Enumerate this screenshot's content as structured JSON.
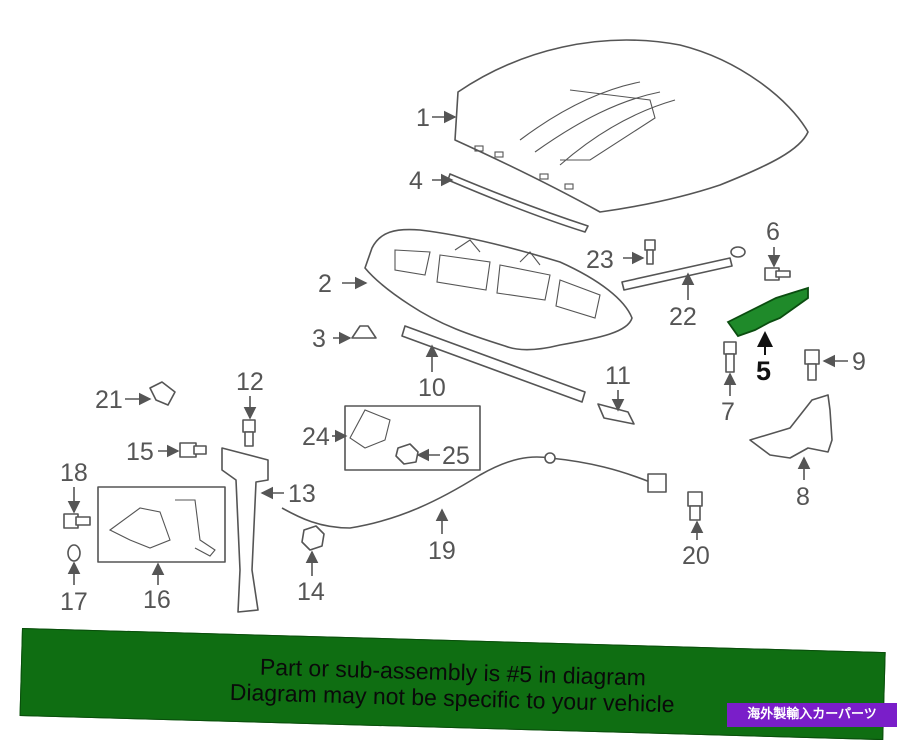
{
  "labels": {
    "n1": "1",
    "n2": "2",
    "n3": "3",
    "n4": "4",
    "n5": "5",
    "n6": "6",
    "n7": "7",
    "n8": "8",
    "n9": "9",
    "n10": "10",
    "n11": "11",
    "n12": "12",
    "n13": "13",
    "n14": "14",
    "n15": "15",
    "n16": "16",
    "n17": "17",
    "n18": "18",
    "n19": "19",
    "n20": "20",
    "n21": "21",
    "n22": "22",
    "n23": "23",
    "n24": "24",
    "n25": "25"
  },
  "banner": {
    "line1": "Part or sub-assembly is #5 in diagram",
    "line2": "Diagram may not be specific to your vehicle"
  },
  "badge": "海外製輸入カーパーツ",
  "colors": {
    "banner_bg": "#0f6e12",
    "highlight_part": "#1f8a2a",
    "badge_bg": "#7a1ec9",
    "line": "#555555"
  }
}
